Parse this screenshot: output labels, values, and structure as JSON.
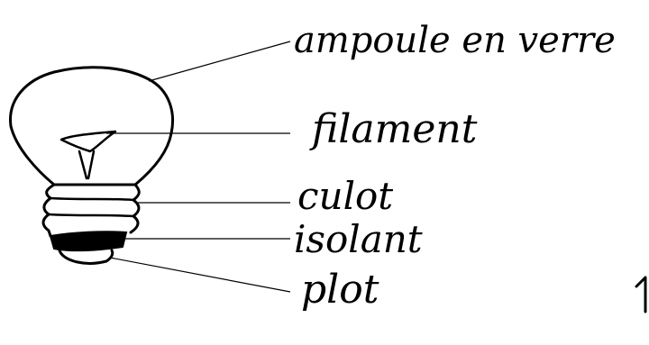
{
  "labels": {
    "glass_bulb": "ampoule en verre",
    "filament": "filament",
    "cap": "culot",
    "insulator": "isolant",
    "contact": "plot"
  },
  "ink_color": "#000000"
}
